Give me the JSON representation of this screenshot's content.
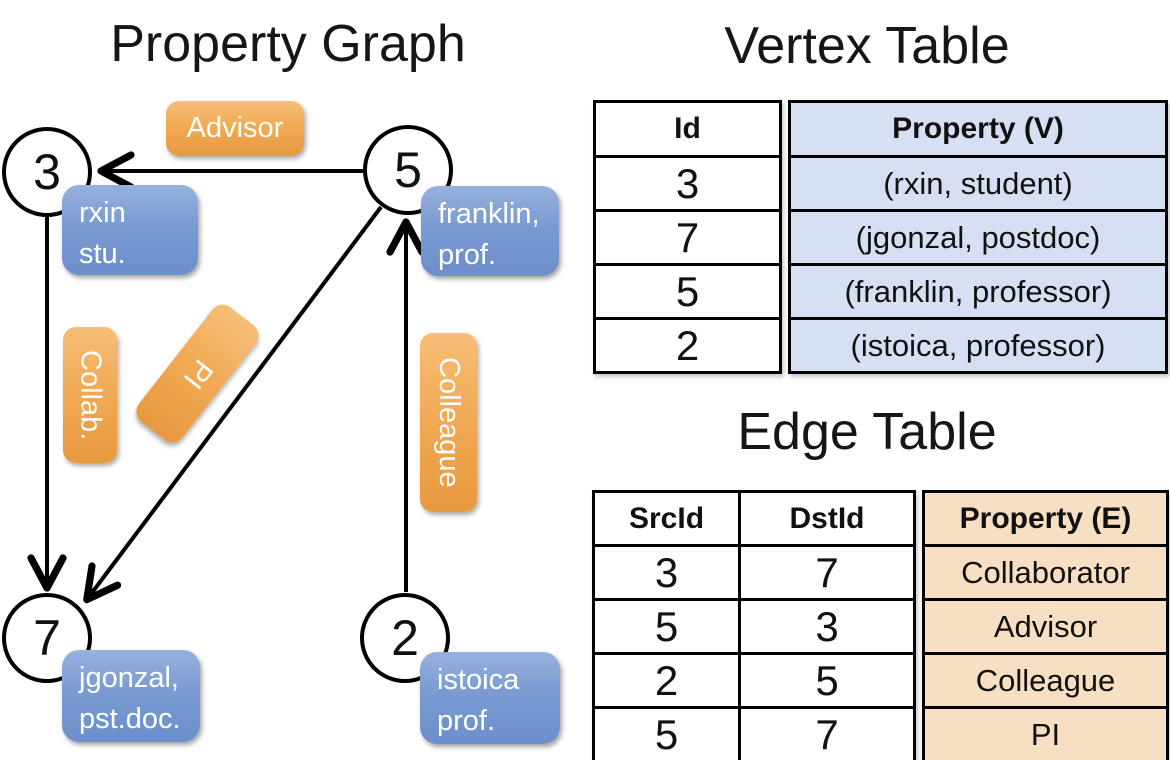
{
  "titles": {
    "graph": "Property Graph",
    "vertex_table": "Vertex Table",
    "edge_table": "Edge Table"
  },
  "graph": {
    "vertices": [
      {
        "id": "3",
        "prop_line1": "rxin",
        "prop_line2": "stu."
      },
      {
        "id": "5",
        "prop_line1": "franklin,",
        "prop_line2": "prof."
      },
      {
        "id": "7",
        "prop_line1": "jgonzal,",
        "prop_line2": "pst.doc."
      },
      {
        "id": "2",
        "prop_line1": "istoica",
        "prop_line2": "prof."
      }
    ],
    "edge_labels": [
      {
        "text": "Advisor"
      },
      {
        "text": "Collab."
      },
      {
        "text": "PI"
      },
      {
        "text": "Colleague"
      }
    ]
  },
  "vertex_table": {
    "columns": {
      "id": "Id",
      "property": "Property (V)"
    },
    "rows": [
      {
        "id": "3",
        "property": "(rxin, student)"
      },
      {
        "id": "7",
        "property": "(jgonzal, postdoc)"
      },
      {
        "id": "5",
        "property": "(franklin, professor)"
      },
      {
        "id": "2",
        "property": "(istoica, professor)"
      }
    ]
  },
  "edge_table": {
    "columns": {
      "src": "SrcId",
      "dst": "DstId",
      "property": "Property (E)"
    },
    "rows": [
      {
        "src": "3",
        "dst": "7",
        "property": "Collaborator"
      },
      {
        "src": "5",
        "dst": "3",
        "property": "Advisor"
      },
      {
        "src": "2",
        "dst": "5",
        "property": "Colleague"
      },
      {
        "src": "5",
        "dst": "7",
        "property": "PI"
      }
    ]
  },
  "colors": {
    "edge_label_bg": "#F0A953",
    "vertex_prop_bg": "#7A9AD2",
    "vertex_table_cell_bg": "#D7E0F2",
    "edge_table_cell_bg": "#F7DFC3",
    "line_color": "#000000"
  }
}
